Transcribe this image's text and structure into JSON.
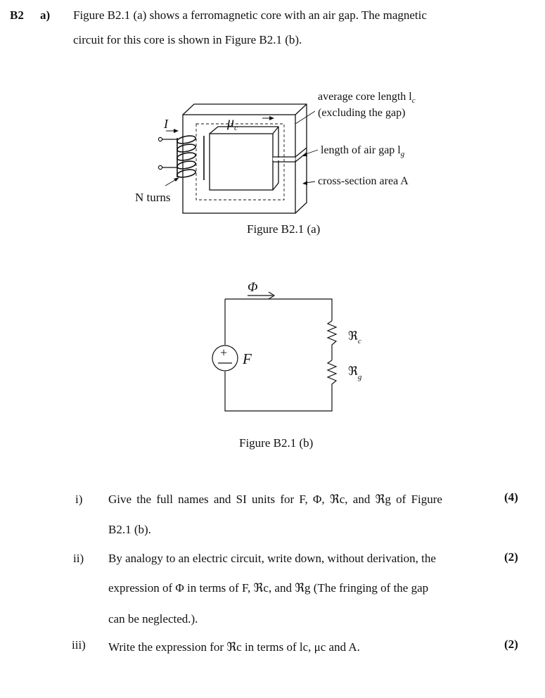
{
  "question": {
    "number": "B2",
    "part": "a)",
    "intro_line1": "Figure B2.1 (a) shows a ferromagnetic core with an air gap. The magnetic",
    "intro_line2": "circuit for this core is shown in Figure B2.1 (b)."
  },
  "figure_a": {
    "caption": "Figure B2.1 (a)",
    "current_label": "I",
    "mu_label": "μ",
    "mu_sub": "c",
    "turns_label": "N turns",
    "ann_core_length": "average core length l",
    "ann_core_length_sub": "c",
    "ann_excluding_gap": "(excluding the gap)",
    "ann_air_gap": "length of air gap l",
    "ann_air_gap_sub": "g",
    "ann_cross_section": "cross-section area A"
  },
  "figure_b": {
    "caption": "Figure B2.1 (b)",
    "flux_label": "Φ",
    "source_label": "F",
    "source_sign": "+",
    "reluctance_c": "ℜ",
    "reluctance_c_sub": "c",
    "reluctance_g": "ℜ",
    "reluctance_g_sub": "g"
  },
  "subquestions": [
    {
      "num": "i)",
      "line1": "Give the full names and SI units for  F, Φ, ℜc, and ℜg of Figure",
      "line2": "B2.1 (b).",
      "line3": "",
      "marks": "(4)"
    },
    {
      "num": "ii)",
      "line1": "By analogy to an electric circuit, write down, without derivation, the",
      "line2": "expression of Φ in terms of  F, ℜc, and ℜg (The fringing of the gap",
      "line3": "can be neglected.).",
      "marks": "(2)"
    },
    {
      "num": "iii)",
      "line1": "Write the expression for ℜc in terms of  lc, μc and A.",
      "line2": "",
      "line3": "",
      "marks": "(2)"
    }
  ]
}
